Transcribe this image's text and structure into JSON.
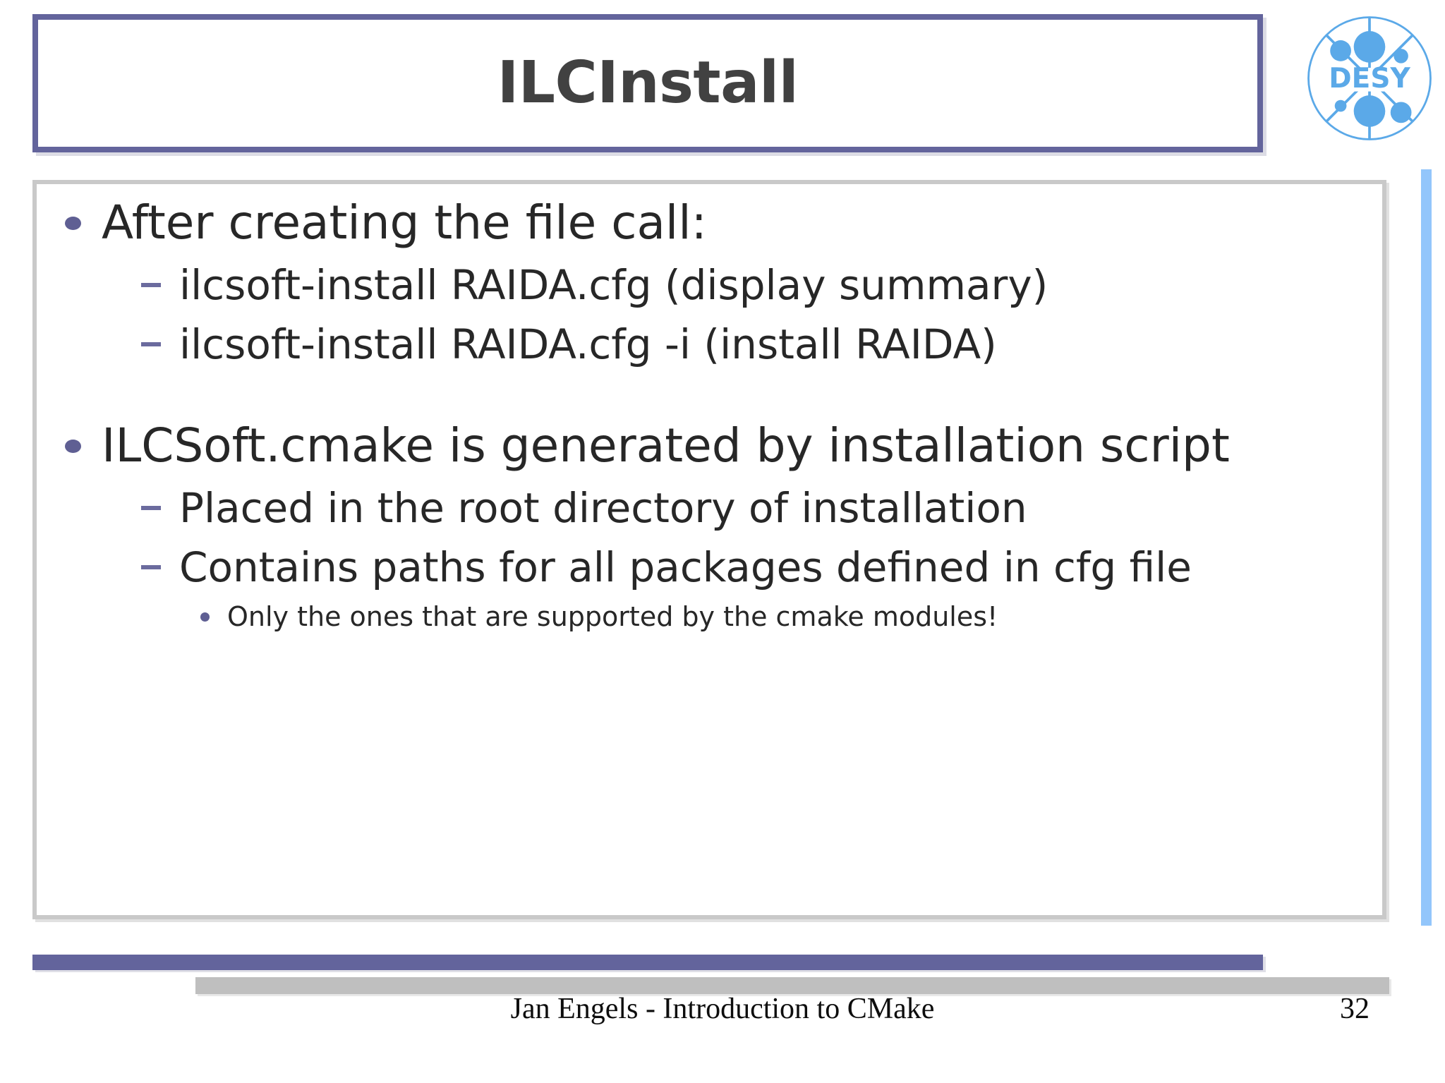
{
  "slide": {
    "title": "ILCInstall",
    "logo": {
      "name": "desy-logo",
      "text": "DESY",
      "color": "#5ba9e8"
    },
    "colors": {
      "title_border": "#63649c",
      "content_border": "#c9c9c9",
      "bullet_purple": "#5f5f93",
      "dash_purple": "#6b6b9e",
      "footer_purple": "#63649c",
      "footer_gray": "#bfbfbf",
      "blue_accent": "#93c6fb",
      "title_text": "#414141",
      "body_text": "#272727"
    },
    "content": [
      {
        "level": 1,
        "marker": "dot",
        "text": "After creating the file call:"
      },
      {
        "level": 2,
        "marker": "dash",
        "text": "ilcsoft-install RAIDA.cfg (display summary)"
      },
      {
        "level": 2,
        "marker": "dash",
        "text": "ilcsoft-install RAIDA.cfg -i (install RAIDA)"
      },
      {
        "level": 0,
        "marker": "gap",
        "text": ""
      },
      {
        "level": 1,
        "marker": "dot",
        "text": "ILCSoft.cmake is generated by installation script"
      },
      {
        "level": 2,
        "marker": "dash",
        "text": "Placed in the root directory of installation"
      },
      {
        "level": 2,
        "marker": "dash",
        "text": "Contains paths for all packages defined in cfg file"
      },
      {
        "level": 3,
        "marker": "small-dot",
        "text": "Only the ones that are supported by the cmake modules!"
      }
    ],
    "footer": {
      "text": "Jan Engels - Introduction to CMake",
      "page_number": "32"
    }
  }
}
